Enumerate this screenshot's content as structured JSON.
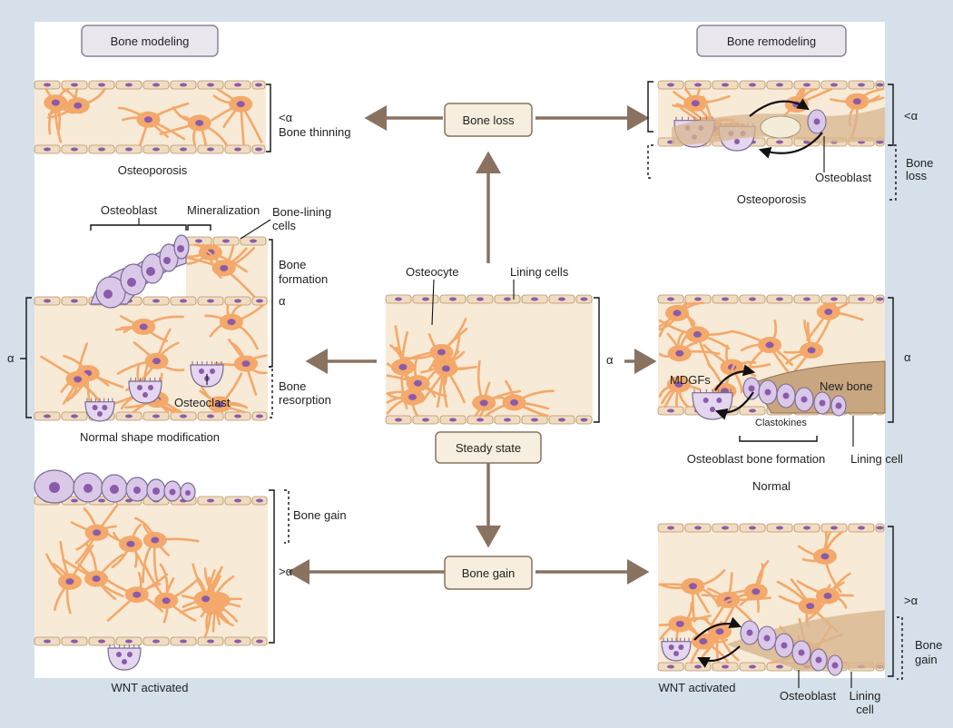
{
  "headers": {
    "modeling": "Bone modeling",
    "remodeling": "Bone remodeling"
  },
  "center": {
    "steady_state": "Steady state",
    "bone_loss": "Bone loss",
    "bone_gain": "Bone gain",
    "osteocyte": "Osteocyte",
    "lining_cells": "Lining cells",
    "alpha": "α"
  },
  "modeling": {
    "top": {
      "sym": "<α",
      "label": "Bone thinning",
      "caption": "Osteoporosis"
    },
    "mid": {
      "osteoblast": "Osteoblast",
      "mineralization": "Mineralization",
      "bone_lining_1": "Bone-lining",
      "bone_lining_2": "cells",
      "formation_1": "Bone",
      "formation_2": "formation",
      "alpha": "α",
      "alpha_outer": "α",
      "resorption_1": "Bone",
      "resorption_2": "resorption",
      "osteoclast": "Osteoclast",
      "caption": "Normal shape modification"
    },
    "bottom": {
      "gain": "Bone gain",
      "sym": ">α",
      "caption": "WNT activated"
    }
  },
  "remodeling": {
    "top": {
      "sym": "<α",
      "osteoblast": "Osteoblast",
      "loss_1": "Bone",
      "loss_2": "loss",
      "caption": "Osteoporosis"
    },
    "mid": {
      "alpha": "α",
      "mdgfs": "MDGFs",
      "new_bone": "New bone",
      "clastokines": "Clastokines",
      "formation": "Osteoblast bone formation",
      "lining_cell": "Lining cell",
      "caption": "Normal"
    },
    "bottom": {
      "sym": ">α",
      "gain_1": "Bone",
      "gain_2": "gain",
      "caption": "WNT activated",
      "osteoblast": "Osteoblast",
      "lining_1": "Lining",
      "lining_2": "cell"
    }
  },
  "colors": {
    "background": "#d5e0ea",
    "bone": "#f7ead6",
    "bone_dark": "#d8b58f",
    "osteocyte": "#f4a86a",
    "nucleus": "#8b5bab",
    "osteoblast": "#d9c8e8",
    "arrow": "#8a7260"
  }
}
